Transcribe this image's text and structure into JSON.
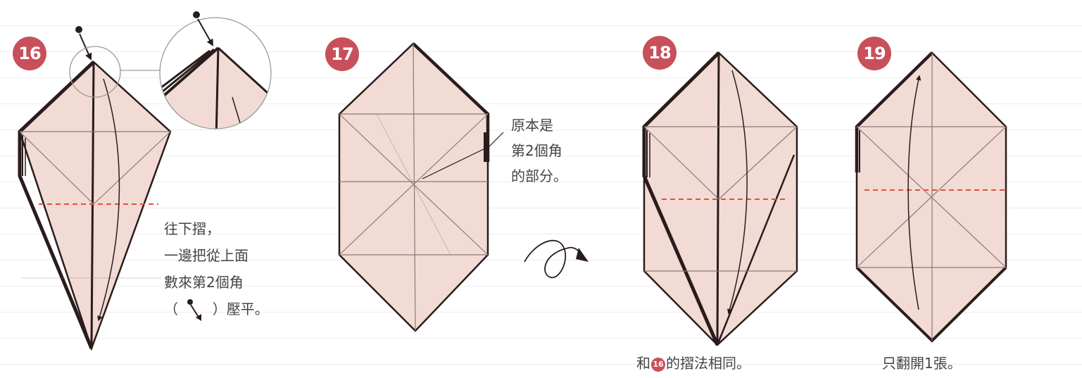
{
  "colors": {
    "paper": "#f2dbd4",
    "line": "#2a1c1c",
    "crease": "#8a7a78",
    "valley": "#e0513a",
    "badge": "#c8505a"
  },
  "steps": [
    {
      "number": "16",
      "caption_lines": [
        "往下摺，",
        "一邊把從上面",
        "數來第2個角"
      ],
      "caption_last_open": "（",
      "caption_last_close": "）壓平。"
    },
    {
      "number": "17",
      "caption_lines": [
        "原本是",
        "第2個角",
        "的部分。"
      ]
    },
    {
      "number": "18",
      "caption_prefix": "和",
      "caption_ref": "16",
      "caption_suffix": "的摺法相同。"
    },
    {
      "number": "19",
      "caption": "只翻開1張。"
    }
  ],
  "icons": [
    "push-point-arrow-icon",
    "zoom-circle-icon",
    "turn-over-icon"
  ]
}
